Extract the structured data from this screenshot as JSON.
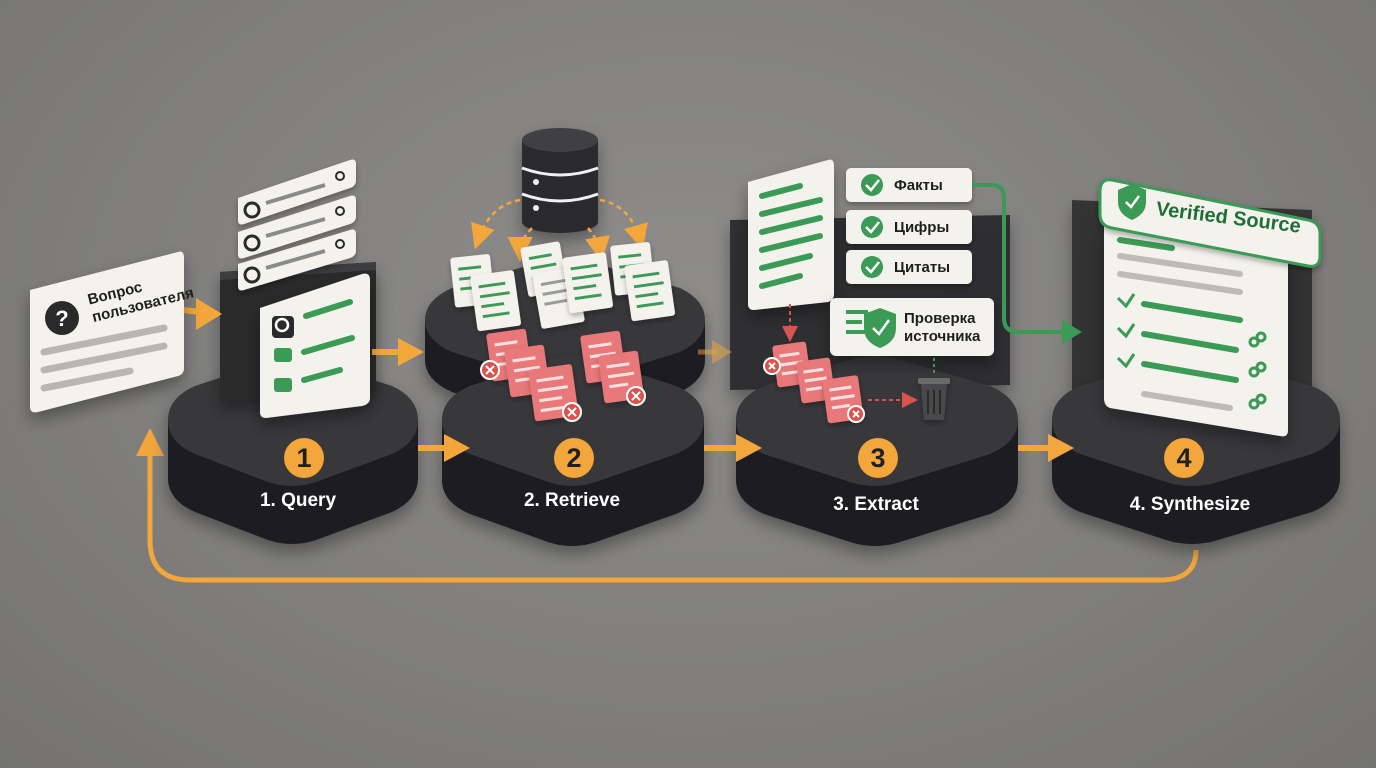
{
  "input_card": {
    "label": "Вопрос\nпользователя"
  },
  "steps": [
    {
      "number": "1",
      "label": "1. Query"
    },
    {
      "number": "2",
      "label": "2. Retrieve"
    },
    {
      "number": "3",
      "label": "3. Extract"
    },
    {
      "number": "4",
      "label": "4. Synthesize"
    }
  ],
  "extract": {
    "checks": [
      "Факты",
      "Цифры",
      "Цитаты"
    ],
    "verify_label": "Проверка\nисточника"
  },
  "synthesize": {
    "badge": "Verified Source"
  },
  "colors": {
    "background": "#807f7d",
    "platform_top": "#3a3a3c",
    "platform_side": "#1f1f21",
    "accent_orange": "#f2a63b",
    "accent_green": "#3a9a55",
    "reject_red": "#e56b6b",
    "card_white": "#f4f2ec"
  },
  "icons": [
    "question-icon",
    "search-icon",
    "database-icon",
    "document-icon",
    "reject-icon",
    "check-icon",
    "shield-icon",
    "trash-icon",
    "link-icon"
  ]
}
